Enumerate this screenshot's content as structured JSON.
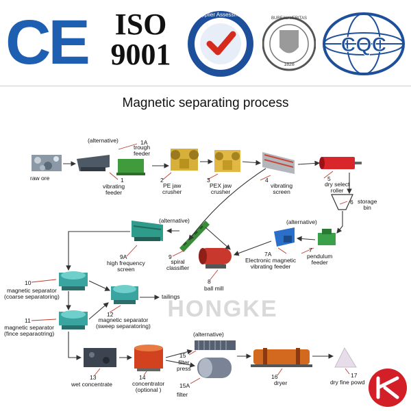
{
  "certifications": {
    "ce": "CE",
    "iso_line1": "ISO",
    "iso_line2": "9001",
    "supplier_text": "Supplier Assessment",
    "bureau_text": "BUREAU VERITAS",
    "bureau_year": "1828",
    "cqc_text": "CQC"
  },
  "title": "Magnetic separating process",
  "labels": {
    "alt1": "(alternative)",
    "n1A": "1A",
    "trough": "trough\nfeeder",
    "raw_ore": "raw ore",
    "n1": "1",
    "vib_feeder": "vibrating\nfeeder",
    "n2": "2",
    "pe_jaw": "PE jaw\ncrusher",
    "n3": "3",
    "pex_jaw": "PEX jaw\ncrusher",
    "n4": "4",
    "vib_screen": "vibrating\nscreen",
    "n5": "5",
    "dry_roller": "dry select\nroller",
    "n6": "6",
    "storage": "storage\nbin",
    "alt2": "(alternative)",
    "alt3": "(alternative)",
    "n9A": "9A",
    "hf_screen": "high frequency\nscreen",
    "n9": "9",
    "spiral": "spiral\nclassifier",
    "n7A": "7A",
    "elec_feeder": "Electronic magnetic\nvibrating feeder",
    "n7": "7",
    "pendulum": "pendulum\nfeeder",
    "n8": "8",
    "ball_mill": "ball mill",
    "n10": "10",
    "mag_coarse": "magnetic separator\n(coarse separatoring)",
    "tailings": "tailings",
    "n11": "11",
    "mag_fine": "magnetic separator\n(fince separaotring)",
    "n12": "12",
    "mag_sweep": "magnetic separator\n(sweep separatoring)",
    "alt4": "(alternative)",
    "n13": "13",
    "wet_conc": "wet concentrate",
    "n14": "14",
    "concentrator": "concentrator\n(optional )",
    "n15": "15",
    "filter_press": "filter\npress",
    "n15A": "15A",
    "filter": "filter",
    "n16": "16",
    "dryer": "dryer",
    "n17": "17",
    "dry_powder": "dry fine powd"
  },
  "watermark": "HONGKE"
}
